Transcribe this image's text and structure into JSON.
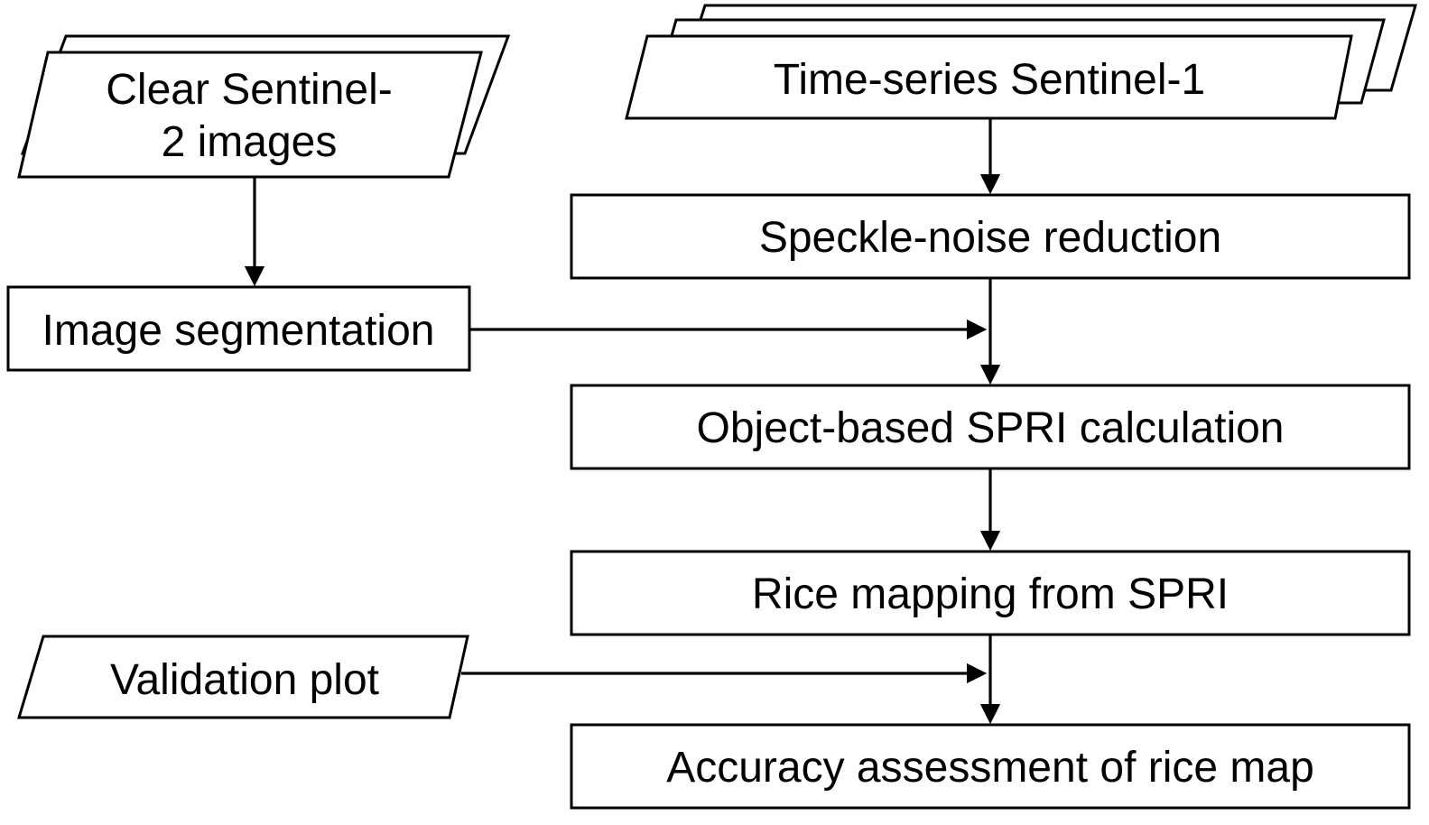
{
  "nodes": {
    "clear_s2": {
      "lines": [
        "Clear Sentinel-",
        "2 images"
      ],
      "shape": "stacked-parallelogram",
      "copies": 2
    },
    "ts_s1": {
      "lines": [
        "Time-series Sentinel-1"
      ],
      "shape": "stacked-parallelogram",
      "copies": 3
    },
    "speckle": {
      "lines": [
        "Speckle-noise reduction"
      ],
      "shape": "rectangle"
    },
    "segmentation": {
      "lines": [
        "Image segmentation"
      ],
      "shape": "rectangle"
    },
    "spri_calc": {
      "lines": [
        "Object-based SPRI calculation"
      ],
      "shape": "rectangle"
    },
    "rice_mapping": {
      "lines": [
        "Rice mapping from SPRI"
      ],
      "shape": "rectangle"
    },
    "validation": {
      "lines": [
        "Validation plot"
      ],
      "shape": "parallelogram"
    },
    "accuracy": {
      "lines": [
        "Accuracy assessment of rice map"
      ],
      "shape": "rectangle"
    }
  },
  "edges": [
    {
      "from": "clear_s2",
      "to": "segmentation"
    },
    {
      "from": "ts_s1",
      "to": "speckle"
    },
    {
      "from": "speckle",
      "to": "spri_calc"
    },
    {
      "from": "segmentation",
      "to": "spri_calc"
    },
    {
      "from": "spri_calc",
      "to": "rice_mapping"
    },
    {
      "from": "rice_mapping",
      "to": "accuracy"
    },
    {
      "from": "validation",
      "to": "accuracy"
    }
  ],
  "colors": {
    "stroke": "#000000",
    "fill": "#ffffff",
    "text": "#000000"
  }
}
